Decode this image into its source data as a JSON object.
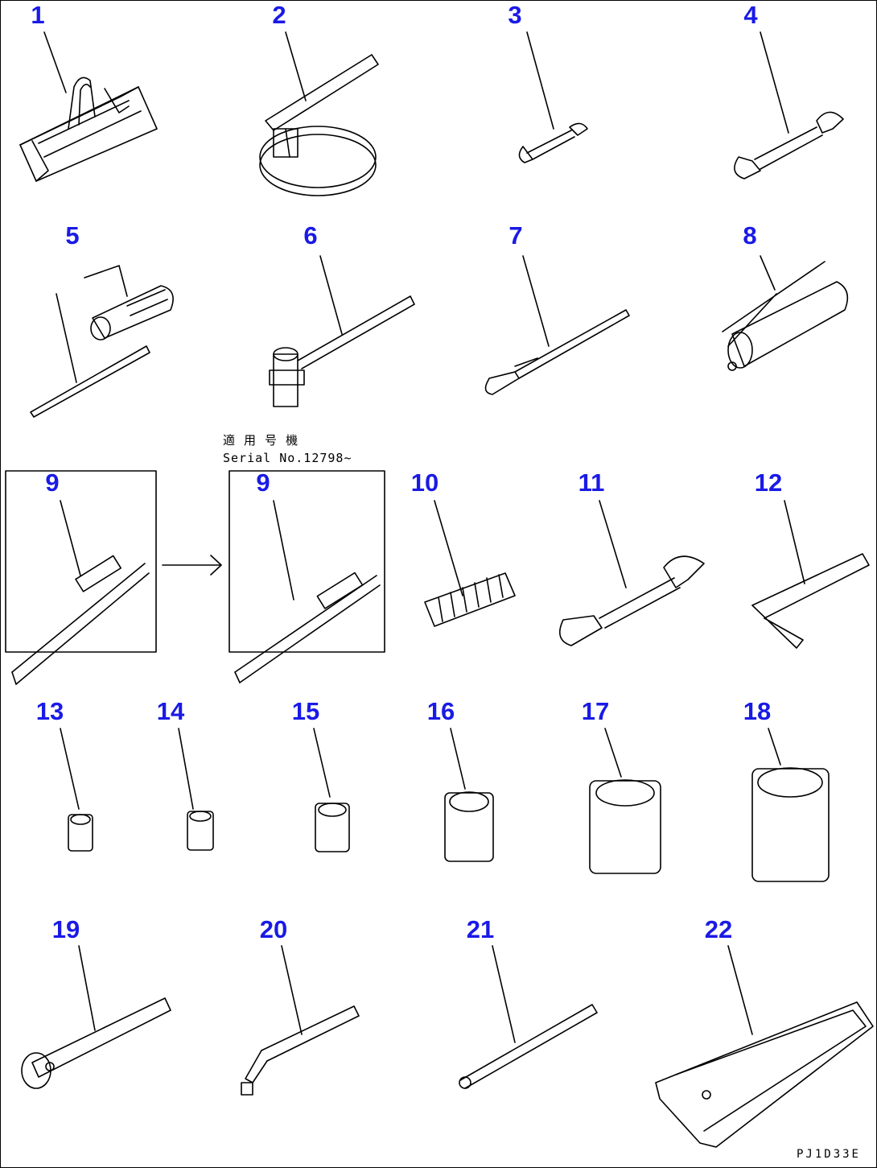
{
  "diagram": {
    "parts": [
      {
        "label": "1"
      },
      {
        "label": "2"
      },
      {
        "label": "3"
      },
      {
        "label": "4"
      },
      {
        "label": "5"
      },
      {
        "label": "6"
      },
      {
        "label": "7"
      },
      {
        "label": "8"
      },
      {
        "label": "9"
      },
      {
        "label": "9"
      },
      {
        "label": "10"
      },
      {
        "label": "11"
      },
      {
        "label": "12"
      },
      {
        "label": "13"
      },
      {
        "label": "14"
      },
      {
        "label": "15"
      },
      {
        "label": "16"
      },
      {
        "label": "17"
      },
      {
        "label": "18"
      },
      {
        "label": "19"
      },
      {
        "label": "20"
      },
      {
        "label": "21"
      },
      {
        "label": "22"
      }
    ],
    "serial_note": {
      "line1": "適 用 号 機",
      "line2": "Serial No.12798~"
    },
    "reference_code": "PJ1D33E",
    "colors": {
      "label": "#1a1ae6",
      "line": "#000000",
      "background": "#ffffff"
    }
  }
}
